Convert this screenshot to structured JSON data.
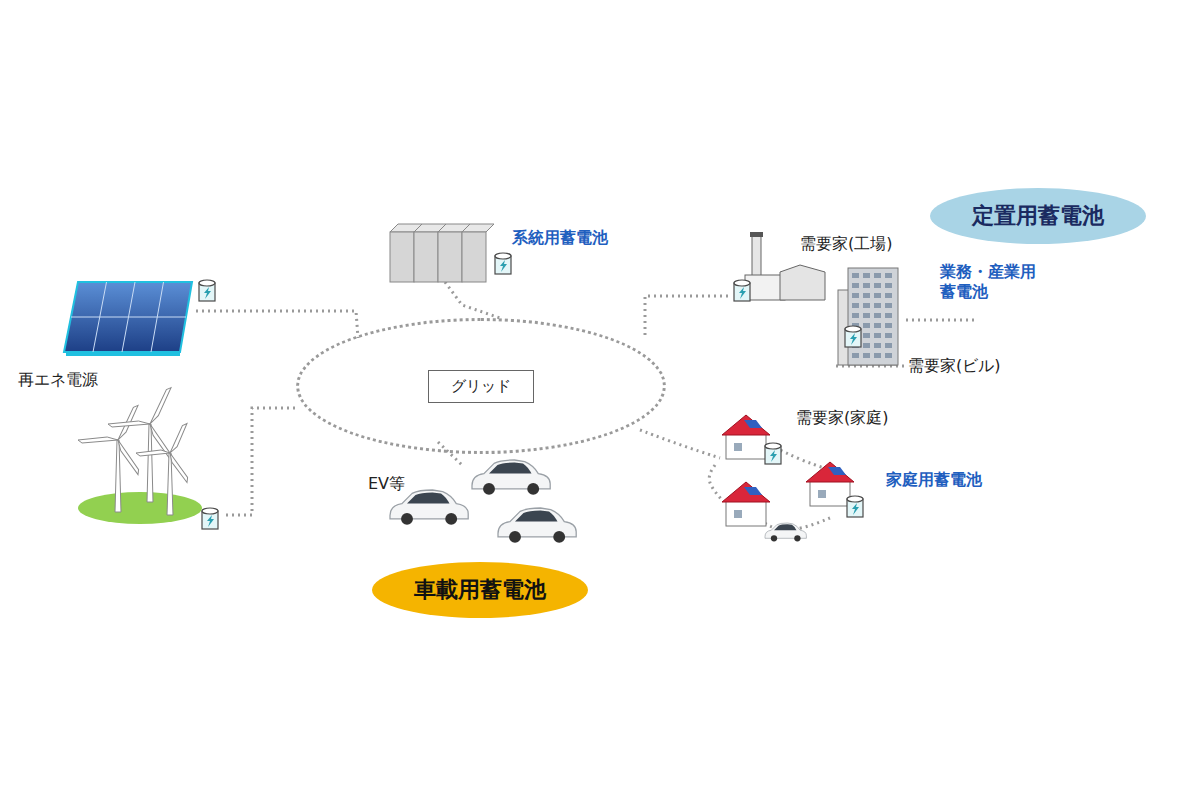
{
  "diagram": {
    "nodes": [
      {
        "text": [
          "定置用蓄電池"
        ]
      },
      {
        "text": [
          "グリッド"
        ]
      },
      {
        "text": [
          "車載用蓄電池"
        ]
      }
    ],
    "labels": [
      "系統用蓄電池",
      "需要家(工場)",
      "業務・産業用 蓄電池",
      "再エネ電源",
      "需要家(ビル)",
      "需要家(家庭)",
      "家庭用蓄電池",
      "EV等"
    ]
  }
}
